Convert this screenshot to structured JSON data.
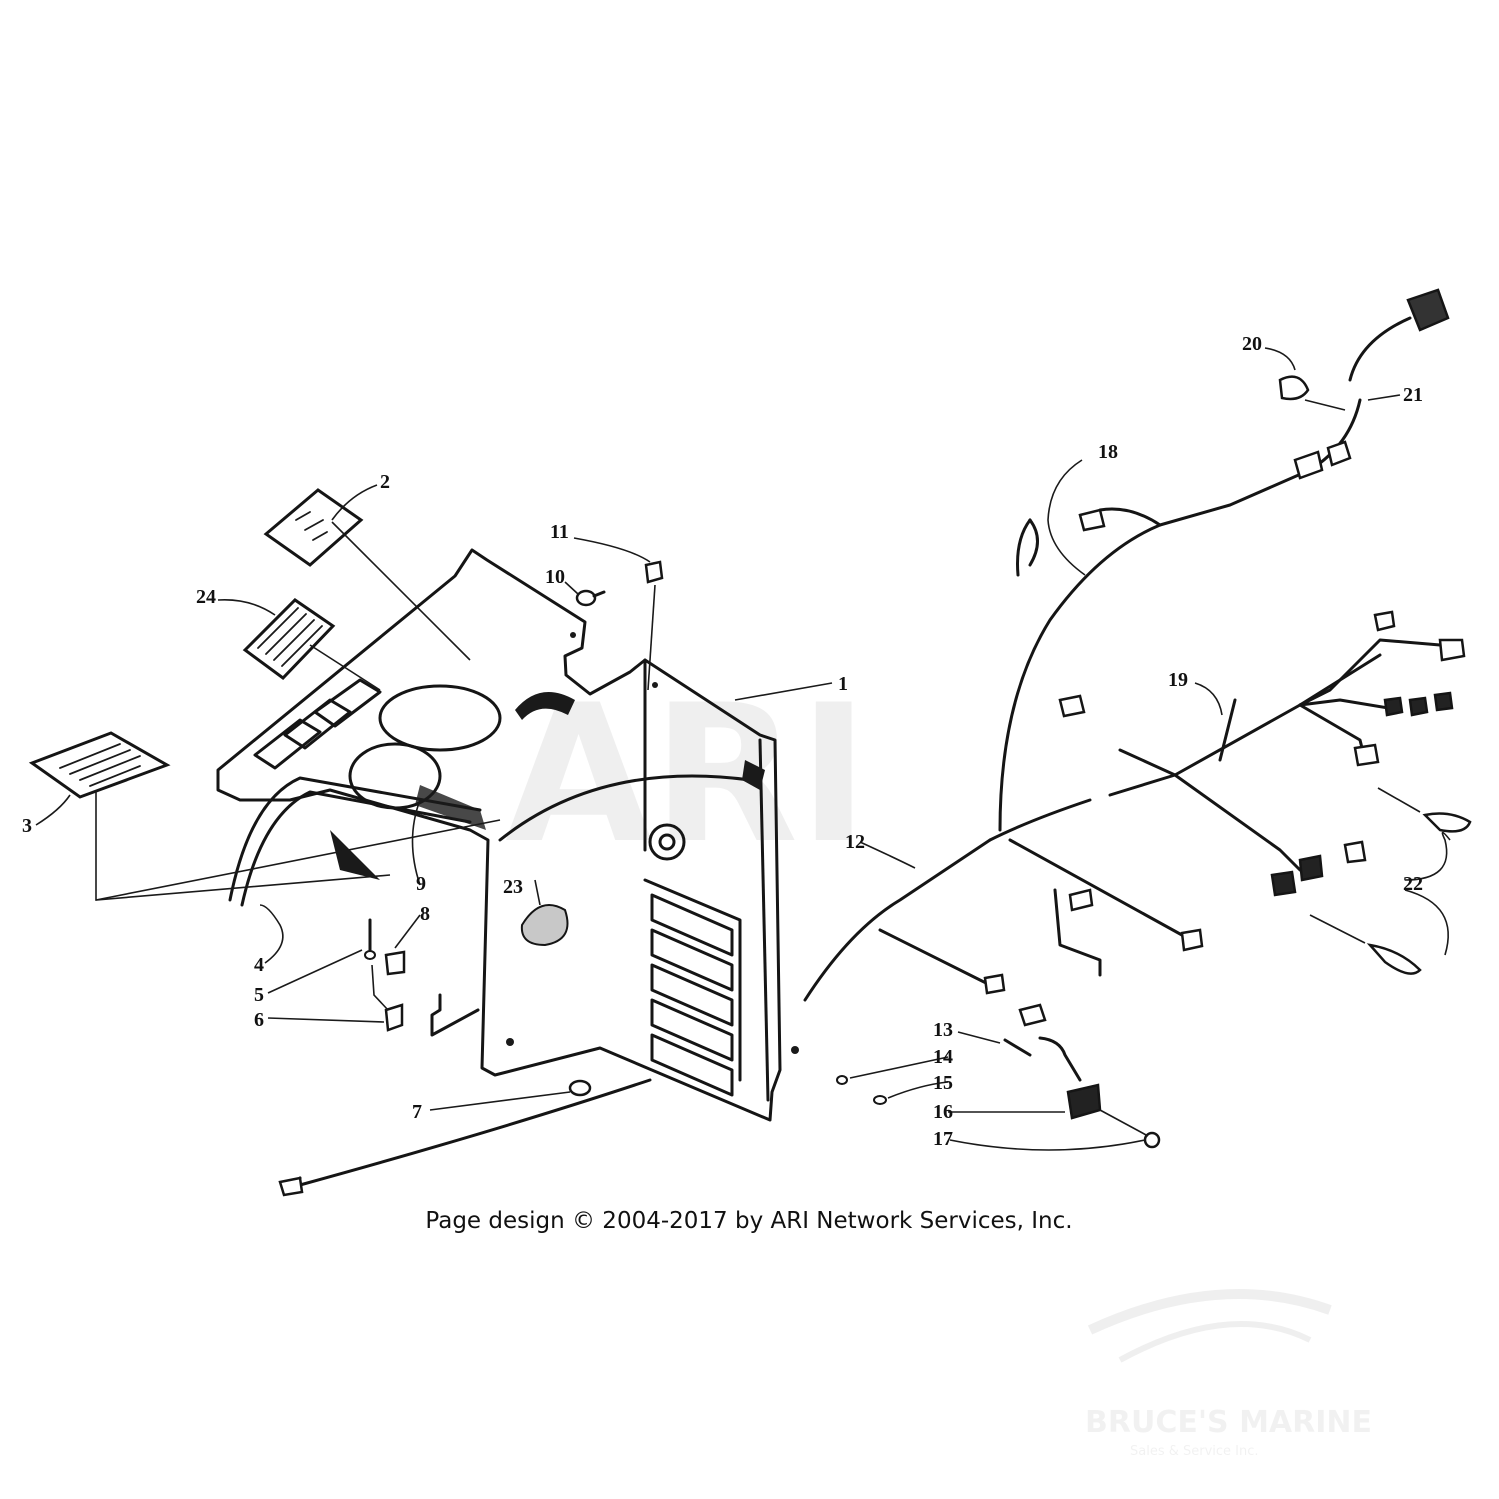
{
  "callouts": [
    {
      "id": "1",
      "label": "1"
    },
    {
      "id": "2",
      "label": "2"
    },
    {
      "id": "3",
      "label": "3"
    },
    {
      "id": "4",
      "label": "4"
    },
    {
      "id": "5",
      "label": "5"
    },
    {
      "id": "6",
      "label": "6"
    },
    {
      "id": "7",
      "label": "7"
    },
    {
      "id": "8",
      "label": "8"
    },
    {
      "id": "9",
      "label": "9"
    },
    {
      "id": "10",
      "label": "10"
    },
    {
      "id": "11",
      "label": "11"
    },
    {
      "id": "12",
      "label": "12"
    },
    {
      "id": "13",
      "label": "13"
    },
    {
      "id": "14",
      "label": "14"
    },
    {
      "id": "15",
      "label": "15"
    },
    {
      "id": "16",
      "label": "16"
    },
    {
      "id": "17",
      "label": "17"
    },
    {
      "id": "18",
      "label": "18"
    },
    {
      "id": "19",
      "label": "19"
    },
    {
      "id": "20",
      "label": "20"
    },
    {
      "id": "21",
      "label": "21"
    },
    {
      "id": "22",
      "label": "22"
    },
    {
      "id": "23",
      "label": "23"
    },
    {
      "id": "24",
      "label": "24"
    }
  ],
  "copyright": "Page design © 2004-2017 by ARI Network Services, Inc.",
  "watermark": "ARI",
  "dealer_watermark": "BRUCE'S MARINE",
  "dealer_tagline": "Sales & Service Inc.",
  "colors": {
    "ink": "#151515",
    "background": "#ffffff"
  }
}
